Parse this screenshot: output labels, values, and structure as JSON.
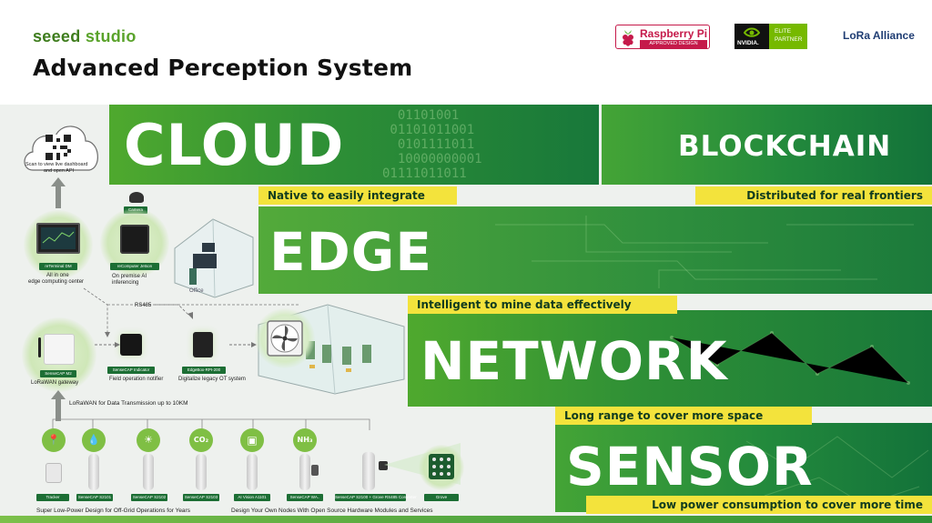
{
  "header": {
    "brand_a": "seeed",
    "brand_b": " studio",
    "title": "Advanced Perception System",
    "rpi_name": "Raspberry Pi",
    "rpi_badge": "APPROVED DESIGN PARTNER",
    "nvidia_name": "NVIDIA.",
    "nvidia_tier1": "ELITE",
    "nvidia_tier2": "PARTNER",
    "lora_name": "LoRa Alliance"
  },
  "layers": {
    "cloud": "CLOUD",
    "blockchain": "BLOCKCHAIN",
    "edge": "EDGE",
    "network": "NETWORK",
    "sensor": "SENSOR"
  },
  "taglines": {
    "edge": "Native to easily integrate",
    "blockchain": "Distributed for real frontiers",
    "network": "Intelligent to mine data effectively",
    "sensor_top": "Long range to cover more space",
    "sensor_bottom": "Low power consumption to cover more time"
  },
  "diagram": {
    "scan_text_1": "Scan to view live dashboard",
    "scan_text_2": "and open API",
    "reterminal_tag": "reTerminal DM",
    "reterminal_1": "All in one",
    "reterminal_2": "edge computing center",
    "camera_tag": "Camera",
    "recomputer_tag": "reComputer Jetson",
    "recomputer_1": "On premise AI",
    "recomputer_2": "inferencing",
    "office": "Office",
    "rs485": "RS485",
    "gateway_tag": "SenseCAP M2",
    "gateway_label": "LoRaWAN gateway",
    "indicator_tag": "SenseCAP Indicator",
    "indicator_label": "Field operation notifier",
    "edgebox_tag": "EdgeBox-RPI-200",
    "edgebox_label": "Digitalize legacy OT system",
    "lorawan_line": "LoRaWAN for Data Transmission up to 10KM",
    "sensors": [
      {
        "icon": "📍",
        "tag": "Tracker"
      },
      {
        "icon": "💧",
        "tag": "SenseCAP S2101"
      },
      {
        "icon": "☀",
        "tag": "SenseCAP S2102"
      },
      {
        "icon": "CO₂",
        "tag": "SenseCAP S2103"
      },
      {
        "icon": "▣",
        "tag": "AI Vision A1101"
      },
      {
        "icon": "NH₃",
        "tag": "SenseCAP WA.."
      },
      {
        "icon": "",
        "tag": "SenseCAP S2100 + Grove RS485 Converter"
      },
      {
        "icon": "",
        "tag": "Grove"
      }
    ],
    "footer_left": "Super Low-Power Design for Off-Grid Operations for Years",
    "footer_right": "Design Your Own Nodes With Open Source Hardware Modules and Services"
  },
  "colors": {
    "brand_green": "#5aa32b",
    "accent_yellow": "#f3e33c",
    "deep_green": "#18783a",
    "rpi_red": "#c51a4a",
    "nvidia_green": "#76b900"
  }
}
